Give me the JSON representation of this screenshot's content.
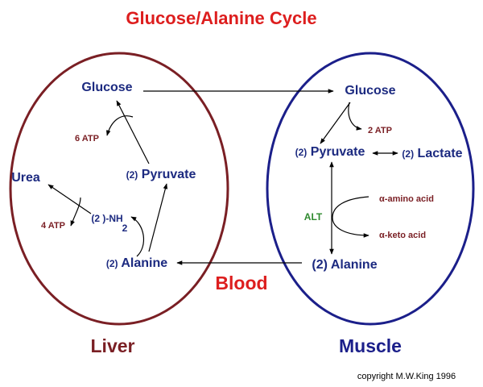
{
  "title": "Glucose/Alanine Cycle",
  "colors": {
    "title": "#dd1e1e",
    "liver": "#7a1f24",
    "muscle": "#1b1f8a",
    "node": "#1c2a80",
    "atp": "#7a1f24",
    "alt": "#2f8a2f",
    "arrow": "#000000"
  },
  "liver": {
    "label": "Liver",
    "glucose": "Glucose",
    "atp": "6 ATP",
    "pyruvate_prefix": "(2)",
    "pyruvate": "Pyruvate",
    "urea": "Urea",
    "urea_atp": "4 ATP",
    "nh2_prefix": "(2 )-NH",
    "nh2_subscript": "2",
    "alanine_prefix": "(2)",
    "alanine": "Alanine"
  },
  "muscle": {
    "label": "Muscle",
    "glucose": "Glucose",
    "atp": "2 ATP",
    "pyruvate_prefix": "(2)",
    "pyruvate": "Pyruvate",
    "lactate_prefix": "(2)",
    "lactate": "Lactate",
    "alt": "ALT",
    "amino_acid": "α-amino acid",
    "keto_acid": "α-keto acid",
    "alanine_prefix": "(2)",
    "alanine": "Alanine"
  },
  "blood": "Blood",
  "copyright": "copyright M.W.King 1996"
}
